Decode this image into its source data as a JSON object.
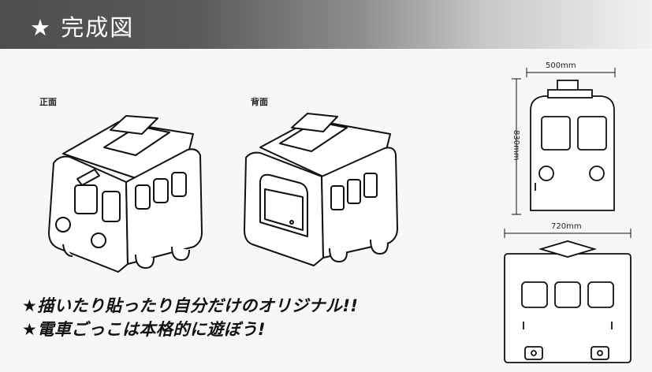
{
  "header": {
    "title": "★ 完成図"
  },
  "views": {
    "front_label": "正面",
    "back_label": "背面"
  },
  "dimensions": {
    "top_width": "500mm",
    "side_height": "830mm",
    "bottom_width": "720mm"
  },
  "slogans": [
    "★描いたり貼ったり自分だけのオリジナル!!",
    "★電車ごっこは本格的に遊ぼう!"
  ]
}
